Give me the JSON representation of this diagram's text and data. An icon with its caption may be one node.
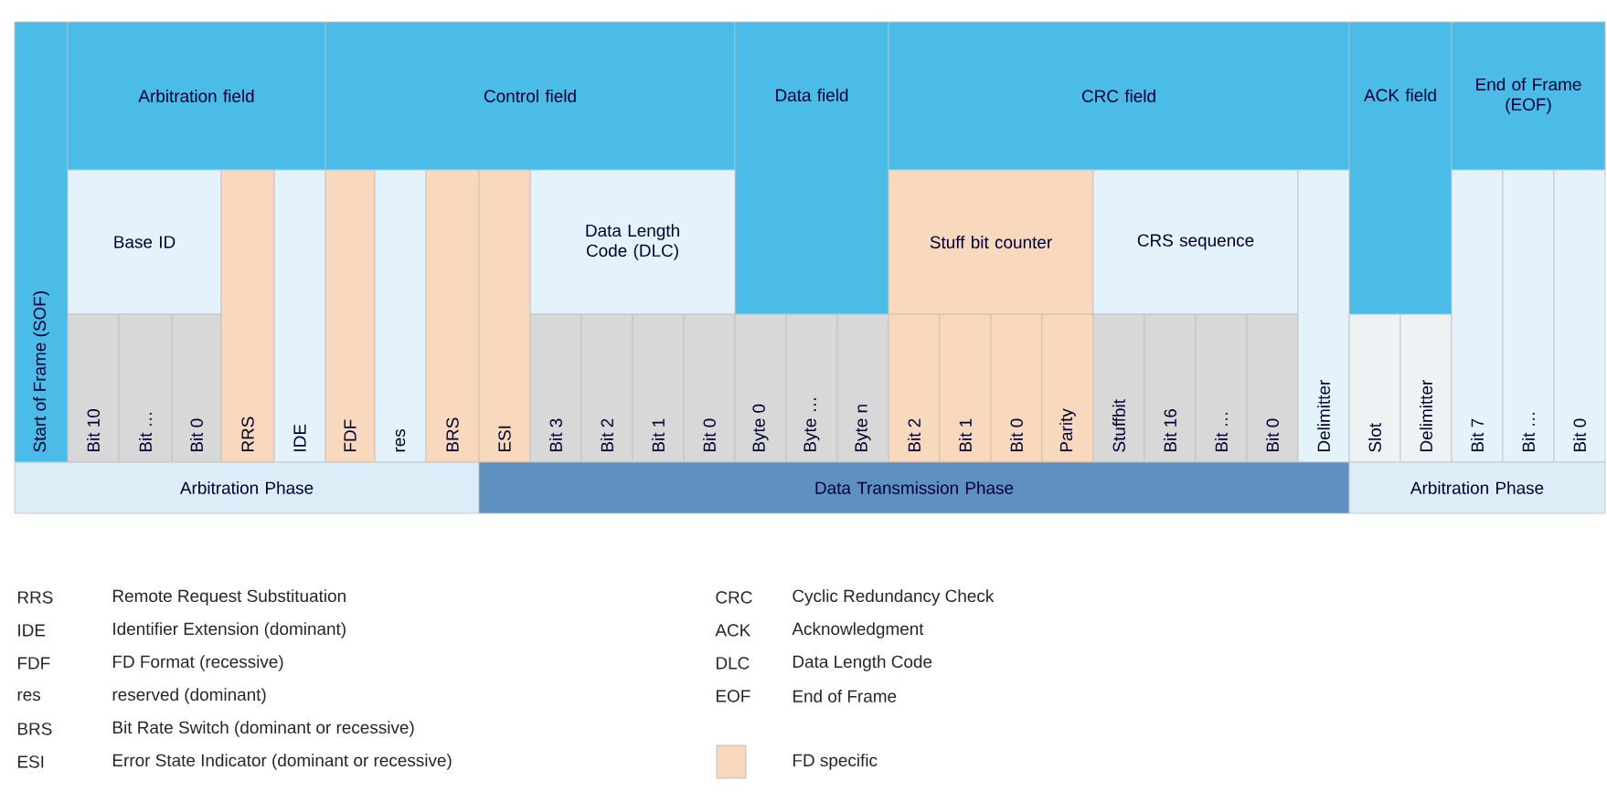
{
  "diagram": {
    "nodes": [
      {
        "text": [
          "Start of Frame (SOF)"
        ]
      },
      {
        "text": [
          "Arbitration field"
        ]
      },
      {
        "text": [
          "Control field"
        ]
      },
      {
        "text": [
          "Data field"
        ]
      },
      {
        "text": [
          "CRC field"
        ]
      },
      {
        "text": [
          "ACK field"
        ]
      },
      {
        "text": [
          "End of Frame (EOF)"
        ]
      },
      {
        "text": [
          "Base ID"
        ]
      },
      {
        "text": [
          "Data Length Code (DLC)"
        ]
      },
      {
        "text": [
          "Stuff bit counter"
        ]
      },
      {
        "text": [
          "CRS sequence"
        ]
      },
      {
        "text": [
          "Bit 10"
        ]
      },
      {
        "text": [
          "Bit …"
        ]
      },
      {
        "text": [
          "Bit 0"
        ]
      },
      {
        "text": [
          "RRS"
        ]
      },
      {
        "text": [
          "IDE"
        ]
      },
      {
        "text": [
          "FDF"
        ]
      },
      {
        "text": [
          "res"
        ]
      },
      {
        "text": [
          "BRS"
        ]
      },
      {
        "text": [
          "ESI"
        ]
      },
      {
        "text": [
          "Bit 3"
        ]
      },
      {
        "text": [
          "Bit 2"
        ]
      },
      {
        "text": [
          "Bit 1"
        ]
      },
      {
        "text": [
          "Bit 0"
        ]
      },
      {
        "text": [
          "Byte 0"
        ]
      },
      {
        "text": [
          "Byte …"
        ]
      },
      {
        "text": [
          "Byte n"
        ]
      },
      {
        "text": [
          "Bit 2"
        ]
      },
      {
        "text": [
          "Bit 1"
        ]
      },
      {
        "text": [
          "Bit 0"
        ]
      },
      {
        "text": [
          "Parity"
        ]
      },
      {
        "text": [
          "Stuffbit"
        ]
      },
      {
        "text": [
          "Bit 16"
        ]
      },
      {
        "text": [
          "Bit …"
        ]
      },
      {
        "text": [
          "Bit 0"
        ]
      },
      {
        "text": [
          "Delimitter"
        ]
      },
      {
        "text": [
          "Slot"
        ]
      },
      {
        "text": [
          "Delimitter"
        ]
      },
      {
        "text": [
          "Bit 7"
        ]
      },
      {
        "text": [
          "Bit …"
        ]
      },
      {
        "text": [
          "Bit 0"
        ]
      },
      {
        "text": [
          "Arbitration Phase"
        ]
      },
      {
        "text": [
          "Data Transmission Phase"
        ]
      },
      {
        "text": [
          "Arbitration Phase"
        ]
      }
    ],
    "labels": [
      "RRS",
      "Remote Request Substituation",
      "CRC",
      "Cyclic Redundancy Check",
      "IDE",
      "Identifier Extension (dominant)",
      "ACK",
      "Acknowledgment",
      "FDF",
      "FD Format (recessive)",
      "DLC",
      "Data Length Code",
      "res",
      "reserved (dominant)",
      "EOF",
      "End of Frame",
      "BRS",
      "Bit Rate Switch (dominant or recessive)",
      "ESI",
      "Error State Indicator (dominant or recessive)"
    ],
    "legend": [
      {
        "text": "FD specific",
        "color": "#f8d9bd"
      }
    ]
  }
}
